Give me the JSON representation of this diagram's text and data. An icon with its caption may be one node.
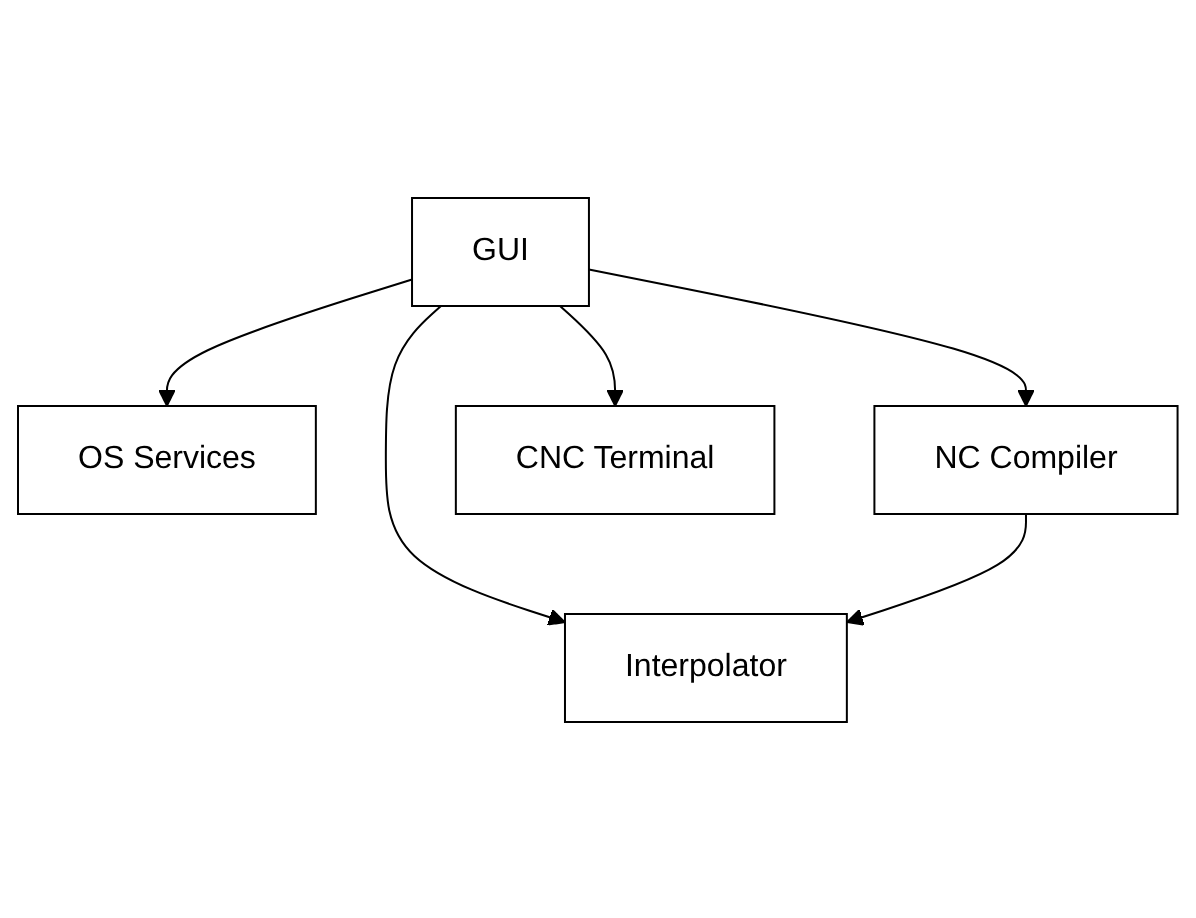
{
  "diagram": {
    "nodes": [
      {
        "text": [
          "OS Services"
        ]
      },
      {
        "text": [
          "GUI"
        ]
      },
      {
        "text": [
          "Interpolator"
        ]
      },
      {
        "text": [
          "NC Compiler"
        ]
      },
      {
        "text": [
          "CNC Terminal"
        ]
      }
    ],
    "edges": [
      {
        "from": 1,
        "to": 0,
        "arrow": "to"
      },
      {
        "from": 1,
        "to": 2,
        "arrow": "to"
      },
      {
        "from": 1,
        "to": 3,
        "arrow": "to"
      },
      {
        "from": 1,
        "to": 4,
        "arrow": "to"
      },
      {
        "from": 3,
        "to": 2,
        "arrow": "to"
      }
    ]
  }
}
